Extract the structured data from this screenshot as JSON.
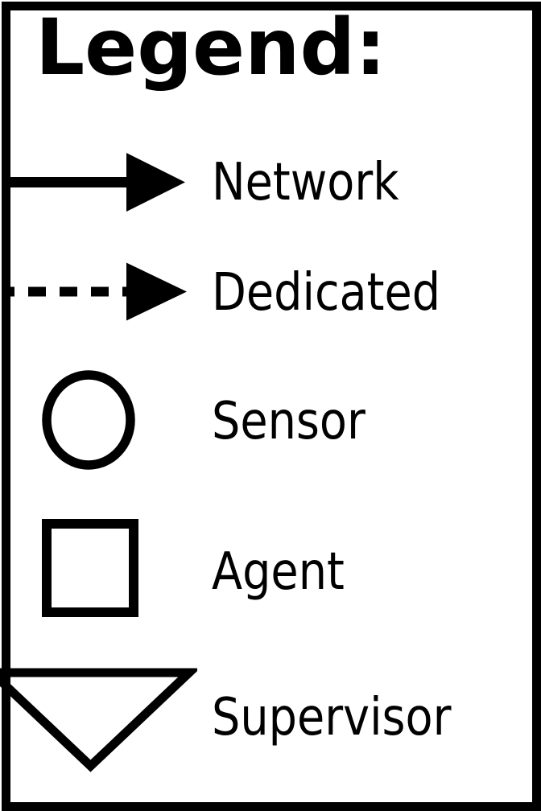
{
  "legend": {
    "title": "Legend:",
    "items": [
      {
        "icon": "network-solid-arrow-icon",
        "symbol": "solid-arrow",
        "label": "Network"
      },
      {
        "icon": "dedicated-dashed-arrow-icon",
        "symbol": "dashed-arrow",
        "label": "Dedicated"
      },
      {
        "icon": "sensor-circle-icon",
        "symbol": "circle",
        "label": "Sensor"
      },
      {
        "icon": "agent-square-icon",
        "symbol": "square",
        "label": "Agent"
      },
      {
        "icon": "supervisor-triangle-icon",
        "symbol": "triangle-down",
        "label": "Supervisor"
      }
    ],
    "colors": {
      "stroke": "#000000",
      "background": "#ffffff"
    }
  }
}
